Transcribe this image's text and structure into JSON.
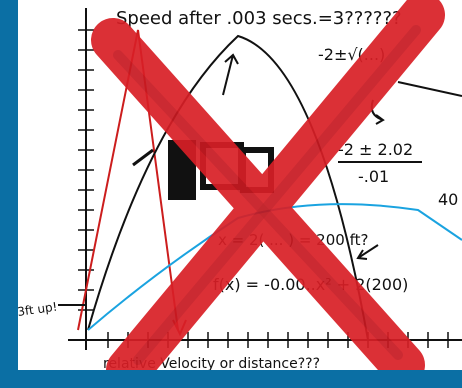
{
  "sketch": {
    "title": "Speed after .003 secs.=3??????",
    "expr_top": "-2±√(...)",
    "expr_mid_num": "-2 ± 2.02",
    "expr_mid_den": "-.01",
    "note_40": "40",
    "equation_x": "x = 2( ... ) = 200 ft?",
    "function": "f(x) = -0.00..x² + 2(200)",
    "side_label": "3ft up!",
    "bottom_label": "relative Velocity or distance???"
  },
  "colors": {
    "background": "#0b6fa4",
    "paper": "#ffffff",
    "ink": "#111111",
    "red": "#cc1d1d",
    "x_mark": "#d81f26",
    "blue_curve": "#1aa3e0"
  }
}
